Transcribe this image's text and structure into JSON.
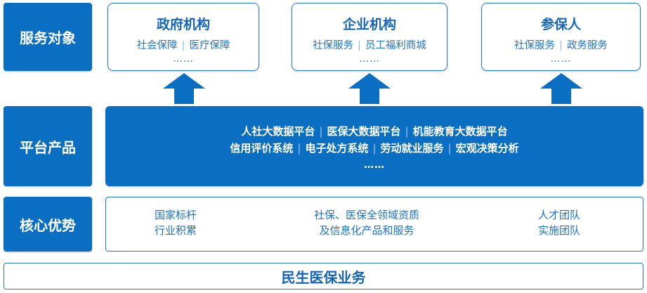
{
  "rows": {
    "service_objects": "服务对象",
    "platform_products": "平台产品",
    "core_advantages": "核心优势"
  },
  "cards": [
    {
      "title": "政府机构",
      "items": [
        "社会保障",
        "医疗保障"
      ],
      "more": "……"
    },
    {
      "title": "企业机构",
      "items": [
        "社保服务",
        "员工福利商城"
      ],
      "more": "……"
    },
    {
      "title": "参保人",
      "items": [
        "社保服务",
        "政务服务"
      ],
      "more": "……"
    }
  ],
  "platform": {
    "line1": [
      "人社大数据平台",
      "医保大数据平台",
      "机能教育大数据平台"
    ],
    "line2": [
      "信用评价系统",
      "电子处方系统",
      "劳动就业服务",
      "宏观决策分析"
    ],
    "more": "……"
  },
  "advantages": [
    [
      "国家标杆",
      "行业积累"
    ],
    [
      "社保、医保全领域资质",
      "及信息化产品和服务"
    ],
    [
      "人才团队",
      "实施团队"
    ]
  ],
  "footer": "民生医保业务",
  "colors": {
    "primary": "#0a6ec2",
    "border": "#2178c9",
    "text": "#1b72c4"
  },
  "icons": [
    "up-arrow-icon",
    "up-arrow-icon",
    "up-arrow-icon"
  ]
}
